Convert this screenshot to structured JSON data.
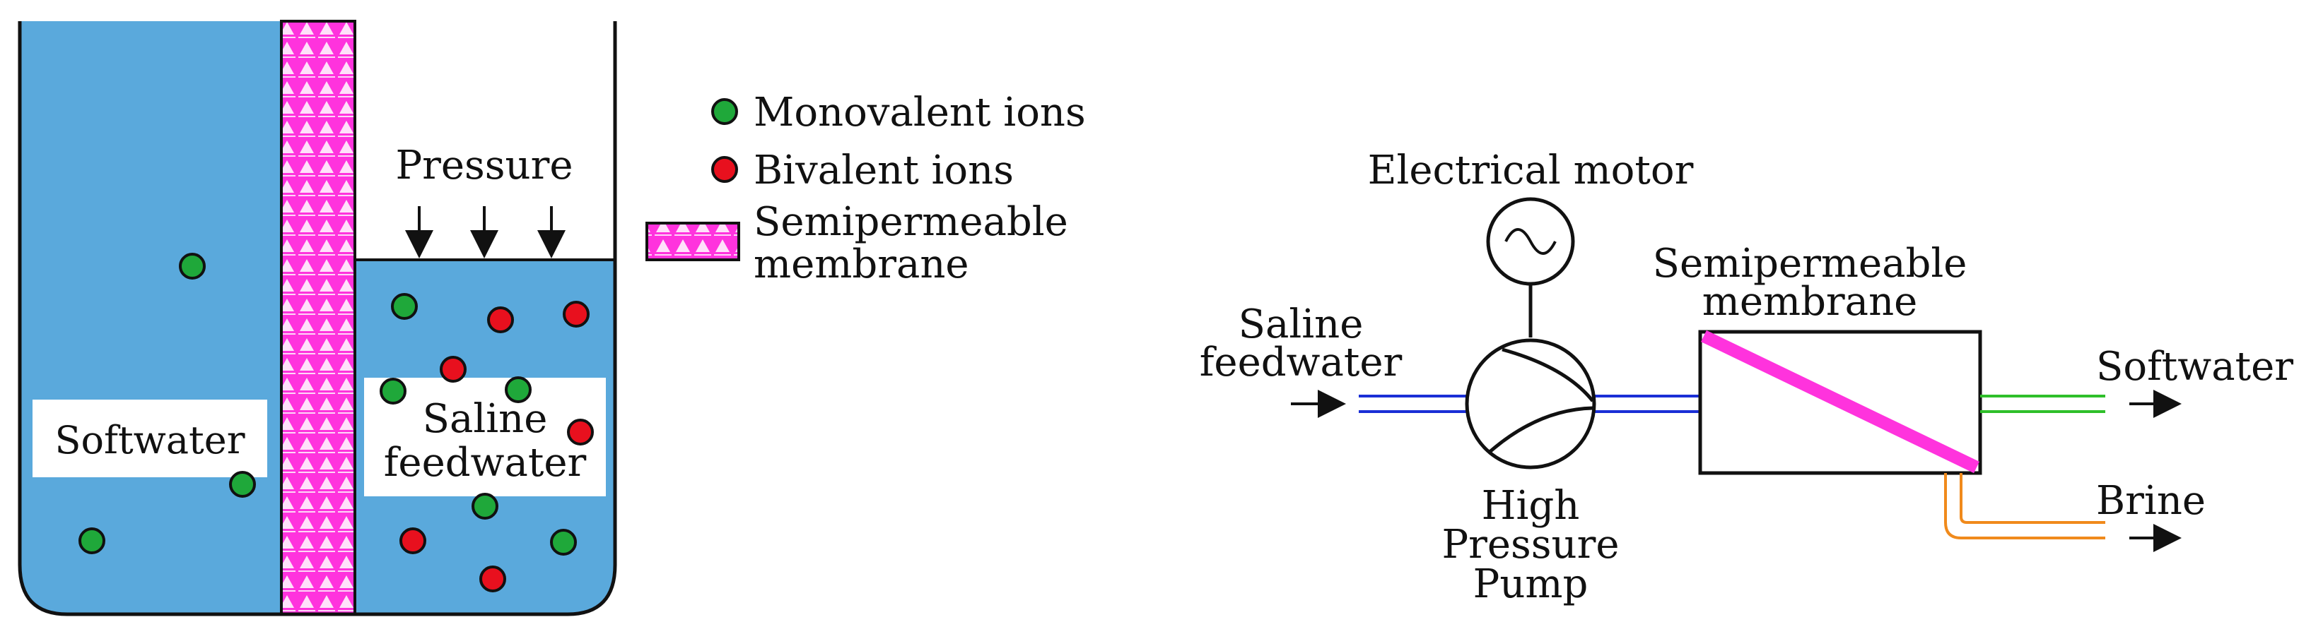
{
  "tank": {
    "pressure_label": "Pressure",
    "softwater_label": "Softwater",
    "saline_line1": "Saline",
    "saline_line2": "feedwater"
  },
  "legend": {
    "monovalent_label": "Monovalent ions",
    "bivalent_label": "Bivalent ions",
    "membrane_line1": "Semipermeable",
    "membrane_line2": "membrane"
  },
  "process": {
    "motor_label": "Electrical motor",
    "membrane_line1": "Semipermeable",
    "membrane_line2": "membrane",
    "feed_line1": "Saline",
    "feed_line2": "feedwater",
    "pump_line1": "High",
    "pump_line2": "Pressure",
    "pump_line3": "Pump",
    "softwater_label": "Softwater",
    "brine_label": "Brine"
  },
  "colors": {
    "water": "#5aa9dc",
    "membrane": "#ff33dd",
    "monovalent": "#1fa83a",
    "bivalent": "#e8101e",
    "feed_pipe": "#1a2fd6",
    "softwater_pipe": "#2fbf2a",
    "brine_pipe": "#f08a1c"
  }
}
